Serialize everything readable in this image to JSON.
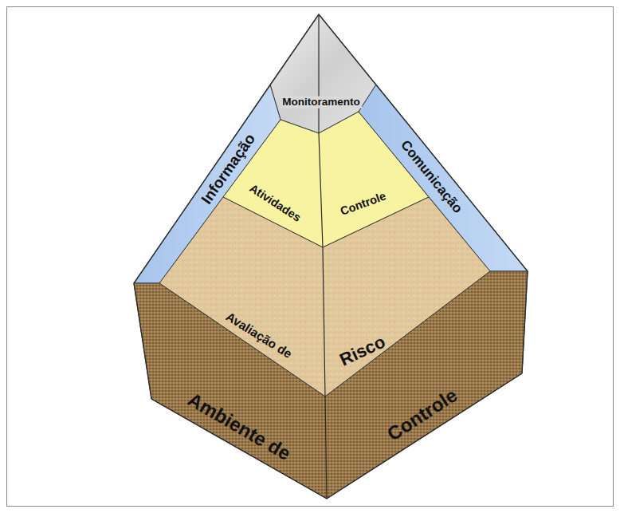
{
  "diagram": {
    "nodes": [
      {
        "text": [
          "Monitoramento"
        ]
      },
      {
        "text": [
          "Informação"
        ]
      },
      {
        "text": [
          "Atividades",
          "Controle"
        ]
      },
      {
        "text": [
          "Comunicação"
        ]
      },
      {
        "text": [
          "Avaliação de",
          "Risco"
        ]
      },
      {
        "text": [
          "Ambiente de",
          "Controle"
        ]
      }
    ]
  }
}
